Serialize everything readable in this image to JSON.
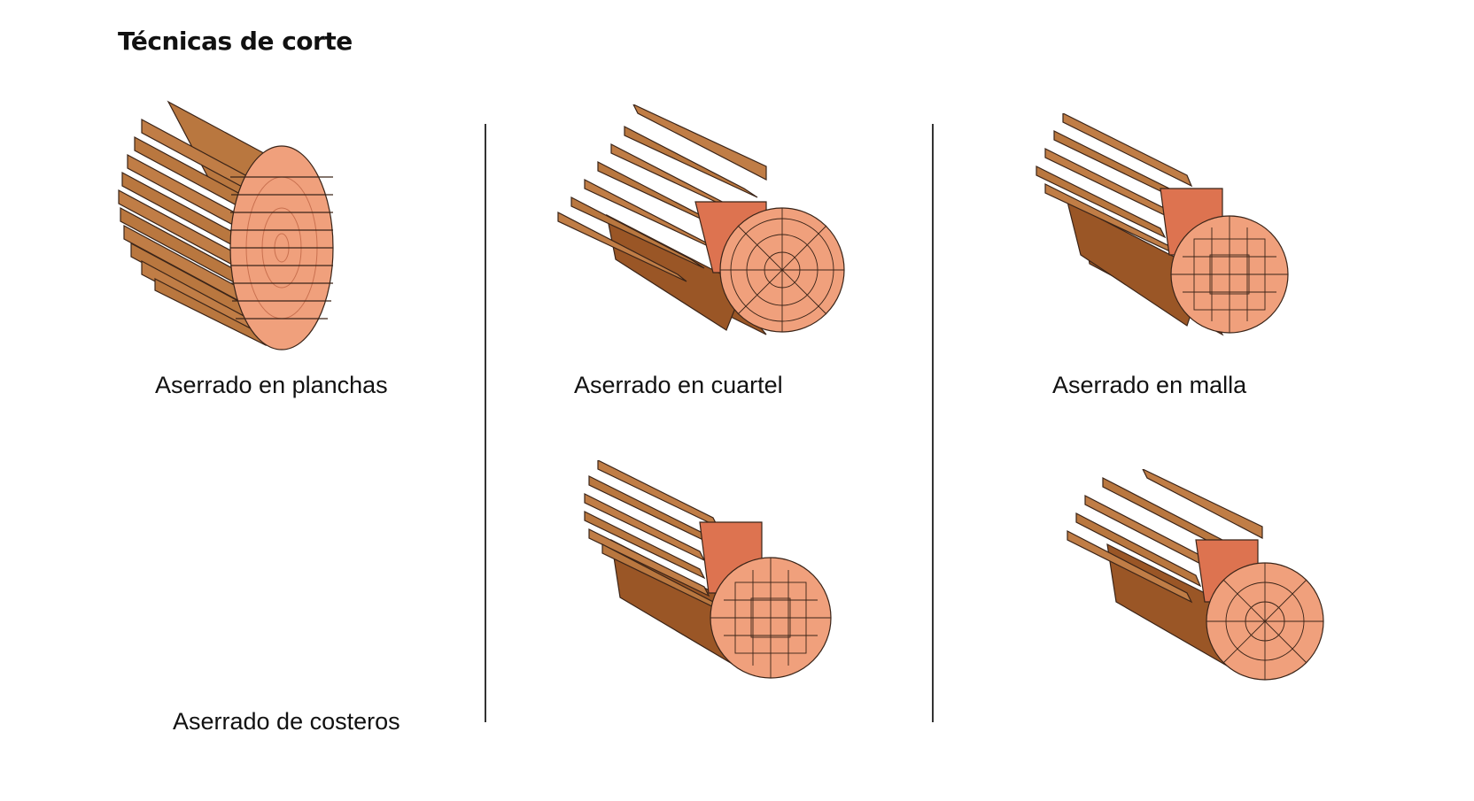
{
  "title": "Técnicas de corte",
  "captions": {
    "planchas": "Aserrado en planchas",
    "cuartel": "Aserrado en cuartel",
    "malla": "Aserrado en malla",
    "costeros": "Aserrado de costeros"
  },
  "colors": {
    "bark": "#9a5626",
    "bark_light": "#b9773f",
    "plank_top": "#c07d46",
    "cut_face": "#f0a07c",
    "inner_face": "#dd7350",
    "outline": "#3a2418"
  }
}
